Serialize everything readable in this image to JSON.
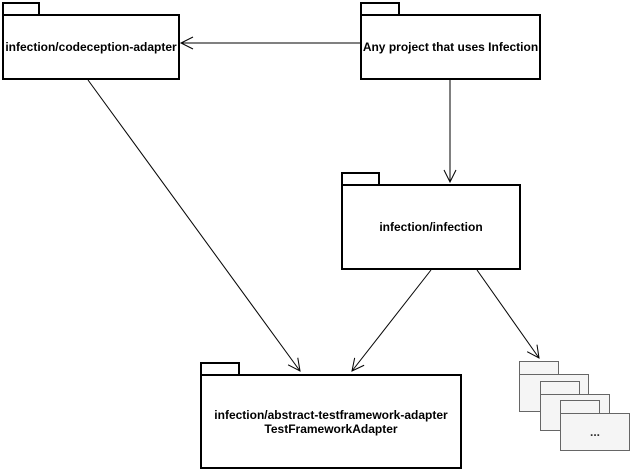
{
  "diagram": {
    "background": "#ffffff",
    "colors": {
      "node_border": "#000000",
      "node_fill": "#ffffff",
      "stack_border": "#666666",
      "stack_fill": "#f5f5f5",
      "arrow": "#000000",
      "text": "#000000"
    },
    "nodes": {
      "codeception_adapter": {
        "label": "infection/codeception-adapter"
      },
      "any_project": {
        "label": "Any project that uses Infection"
      },
      "infection": {
        "label": "infection/infection"
      },
      "abstract_adapter": {
        "label_line1": "infection/abstract-testframework-adapter",
        "label_line2": "TestFrameworkAdapter"
      },
      "other_adapters_stack": {
        "label": "..."
      }
    },
    "edges": [
      {
        "from": "any_project",
        "to": "codeception_adapter"
      },
      {
        "from": "any_project",
        "to": "infection"
      },
      {
        "from": "codeception_adapter",
        "to": "abstract_adapter"
      },
      {
        "from": "infection",
        "to": "abstract_adapter"
      },
      {
        "from": "infection",
        "to": "other_adapters_stack"
      }
    ]
  }
}
